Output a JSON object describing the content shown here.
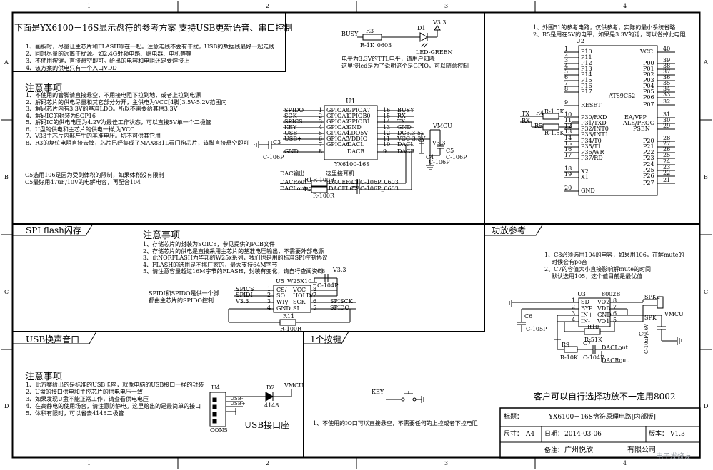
{
  "frame": {
    "cols": [
      "1",
      "2",
      "3",
      "4"
    ],
    "rows": [
      "A",
      "B",
      "C",
      "D"
    ]
  },
  "top": {
    "title": "下面是YX6100－16S显示盘符的参考方案      支持USB更新语音、串口控制",
    "notes": [
      "1、画板时，尽量让主芯片和FLASH靠在一起。注意走线不要有干扰，USB的数据线最好一起走线",
      "2、同时尽量的远离干扰源。如2.4G射频电路、继电器、电机等等",
      "3、不使用按键，直接悬空即可。给出的电容和电阻还是要焊接上",
      "4、该方案的供电只有一个入口VDD"
    ]
  },
  "led": {
    "busy": "BUSY",
    "r3": "R3",
    "r3_val": "R-1K_0603",
    "d1": "D1",
    "v33": "V3.3",
    "led_name": "LED-GREEN",
    "note1": "电平为3.3V的TTL电平，请用户知晓",
    "note2": "这里接led是为了说明这个是GPIO，可以随意控制"
  },
  "main_notes": {
    "title": "注意事项",
    "items": [
      "1、不使用的管脚请直接悬空，不用接电阻下拉到地，或者上拉到电源",
      "2、解码芯片的供电尽量和其它部分分开，主供电为VCC[4脚]3.5V-5.2V范围内",
      "3、解码芯片内有3.3V的基准LDO。所以不需要给其供3.3V",
      "4、解码IC的封装为SOP16",
      "5、解码IC的供电电压为4.2V为最佳工作状态，可以直接5V单一个二极管",
      "6、U盘的供电和主芯片的供电一样,为VCC",
      "7、V33主芯片内部产生的基准电压。切不可供其它用",
      "8、R3的复位电阻直接去掉，芯片已经集成了MAX831L看门狗芯片，该脚直接悬空即可"
    ],
    "c5_1": "C5选用106是因为受到体积的限制，如果体积没有限制",
    "c5_2": "C5最好用47uF/10V的电解电容，再配合104"
  },
  "u1": {
    "ref": "U1",
    "name": "YX6100-16S",
    "left_nets": [
      "SPIDO",
      "SCK",
      "SPICS",
      "KEY",
      "USB-",
      "USB+",
      "",
      "GND"
    ],
    "left_pins": [
      "1",
      "2",
      "3",
      "4",
      "5",
      "6",
      "7",
      "8"
    ],
    "left_names": [
      "GPIOA0",
      "GPIOA1",
      "GPIOA2",
      "GPIOA3",
      "GPIOA4",
      "GPIOA5",
      "GPIOA6",
      ""
    ],
    "right_pins": [
      "16",
      "15",
      "14",
      "13",
      "12",
      "11",
      "10",
      "9"
    ],
    "right_names": [
      "GPIOA7",
      "GPIOB0",
      "GPIOB1",
      "GND",
      "LDO5V",
      "VDDIO",
      "DACL",
      "DACR"
    ],
    "right_nets": [
      "BUSY",
      "RX",
      "TX",
      "GND",
      "DC3.3-5V",
      "VCC-3.3V",
      "DACL",
      "DACR"
    ],
    "c3": "C3",
    "c3_val": "C-106P",
    "c4": "C4",
    "c4_val": "C-106P",
    "c5": "C5",
    "c5_val": "C-106P",
    "vmcu": "VMCU",
    "v33": "V3.3"
  },
  "dac": {
    "t1": "DAC输出",
    "t2": "这里接耳机",
    "r1": "R1",
    "r2": "R2",
    "r_val": "R-100R",
    "r_val2": "R-100R",
    "dacr_out": "DACRout",
    "dacl_out": "DACLout",
    "c1": "C1",
    "c2": "C2",
    "c1_net": "DACERC1",
    "c2_net": "DACELC2",
    "c_val": "C-106P_0603",
    "c_val2": "C-106P_0603"
  },
  "mcu": {
    "notes": [
      "1、外围51的参考电路，仅供参考，实际的最小系统省略",
      "2、R5是用在5V的电平，如果是3.3V的话，可以省掉此电阻"
    ],
    "ref": "U2",
    "name": "AT89C52",
    "left_pins": [
      "1",
      "2",
      "3",
      "4",
      "5",
      "6",
      "7",
      "8",
      "9",
      "10",
      "11",
      "12",
      "13",
      "14",
      "15",
      "16",
      "17",
      "18",
      "19",
      "20"
    ],
    "left_names": [
      "P10",
      "P11",
      "P12",
      "P13",
      "P14",
      "P15",
      "P16",
      "P17",
      "RESET",
      "P30/RXD",
      "P31/TXD",
      "P32/INT0",
      "P33/INT1",
      "P34/T0",
      "P35/T1",
      "P36/WR",
      "P37/RD",
      "X2",
      "X1",
      "GND"
    ],
    "right_pins": [
      "40",
      "39",
      "38",
      "37",
      "36",
      "35",
      "34",
      "33",
      "32",
      "31",
      "30",
      "29",
      "28",
      "27",
      "26",
      "25",
      "24",
      "23",
      "22",
      "21"
    ],
    "right_names": [
      "VCC",
      "P00",
      "P01",
      "P02",
      "P03",
      "P04",
      "P05",
      "P06",
      "P07",
      "EA/VPP",
      "ALE/PROG",
      "PSEN",
      "P20",
      "P21",
      "P22",
      "P23",
      "P24",
      "P25",
      "P26",
      "P27"
    ],
    "tx": "TX",
    "rx": "RX",
    "r4": "R4",
    "r5": "R5",
    "r_val": "R-1.5K",
    "r_val2": "R-1.5K"
  },
  "spi": {
    "header": "SPI flash闪存",
    "title": "注意事项",
    "items": [
      "1、存储芯片的封装为SOIC8，参见提供的PCB文件",
      "2、存储芯片的供电是直接采用主芯片的基准电压输出，不需要外部电源",
      "3、此NORFLASH为华邦的W25x系列，我们也是用的标准SPI控制协议",
      "4、FLASH的选用是不挑厂家的，最大支持64M字节",
      "5、请注意容量超过16M字节的FLASH，封装有变化，请自行查阅资料"
    ],
    "side1": "SPIDI和SPIDO是供一个脚",
    "side2": "都由主芯片的SPIDO控制",
    "ref": "U5",
    "name": "W25X10",
    "left_nets": [
      "SPICS",
      "SPIDI",
      "V3.3",
      ""
    ],
    "left_pins": [
      "1",
      "2",
      "3",
      "4"
    ],
    "left_names": [
      "CS/",
      "SO",
      "WP/",
      "GND"
    ],
    "right_pins": [
      "8",
      "7",
      "6",
      "5"
    ],
    "right_names": [
      "VCC",
      "HOLD/",
      "SCK",
      "SI"
    ],
    "right_nets": [
      "",
      "",
      "SPISCK",
      "SPIDO"
    ],
    "c8": "C8",
    "c8_val": "C-104P",
    "v33": "V3.3",
    "r11": "R11",
    "r11_val": "R-100R"
  },
  "amp": {
    "header": "功放参考",
    "notes": [
      "1、C8必须选用104的电容，如果用106，在解mute的",
      "时候会有po音",
      "2、C7的容值大小直接影响解mute的时间",
      "默认选用105，这个值目前是最优值"
    ],
    "ref": "U3",
    "name": "8002B",
    "left_pins": [
      "1",
      "2",
      "3",
      "4"
    ],
    "left_names": [
      "SD",
      "BYP",
      "IN+",
      "IN-"
    ],
    "right_pins": [
      "8",
      "7",
      "6",
      "5"
    ],
    "right_names": [
      "VO2",
      "VDD",
      "GND",
      "VO1"
    ],
    "spk": "SPK2",
    "spk_name": "SPK",
    "vmcu": "VMCU",
    "c6": "C6",
    "c6_val": "C-105P",
    "r10": "R10",
    "r10_val": "R-51K",
    "c9": "C9",
    "c9_val": "C-10uF/16V",
    "c7": "C7",
    "c7_val": "C-104P",
    "r9": "R9",
    "r9_val": "R-10K",
    "dacl": "DACLout",
    "dacr": "DACRout",
    "footer": "客户可以自行选择功放不一定用8002"
  },
  "usb": {
    "header": "USB换声音口",
    "title": "注意事项",
    "items": [
      "1、此方案给出的是标准的USB卡座，就像电脑的USB接口一样的封装",
      "2、U盘的接口供电和主控芯片的供电电压一致",
      "3、如果发现U盘不能正常工作，请查看供电电压",
      "4、在高静电的使用场合，请注意防静电。这里给出的是最简单的接口",
      "5、体积有限时，可以省去4148二极管"
    ],
    "ref": "U4",
    "d2": "D2",
    "d2_val": "4148",
    "vmcu": "VMCU",
    "usbm": "USB-",
    "usbp": "USB+",
    "con": "CON5",
    "label": "USB接口座"
  },
  "key": {
    "header": "1个按键",
    "net": "KEY",
    "note": "1、不使用的IO口可以直接悬空，不需要任何的上拉或者下拉电阻"
  },
  "title_block": {
    "title_label": "标题：",
    "title_value": "YX6100－16S盘符原理电路[内部版]",
    "size_label": "尺寸：",
    "size_value": "A4",
    "date_label": "日期：",
    "date_value": "2014-03-06",
    "ver_label": "版本：",
    "ver_value": "V1.3",
    "remark_label": "备注：",
    "remark_value": "广州悦欣",
    "remark_value2": "有限公司"
  },
  "watermark": "电子发烧友"
}
